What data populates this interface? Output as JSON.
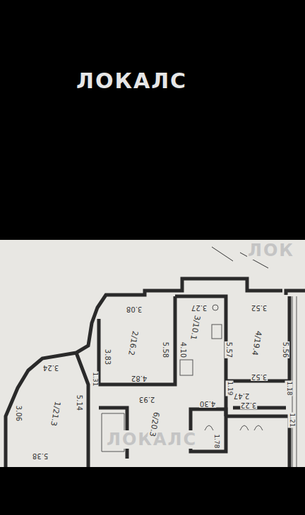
{
  "diagram": {
    "labels": [
      "ЛОКАЛС",
      "ЛОК",
      "ЛОКАЛС",
      "3.08",
      "5.58",
      "3.83",
      "4.82",
      "2/16.2",
      "3.27",
      "4.10",
      "3/10.1",
      "3.52",
      "5.57",
      "5.56",
      "3.52",
      "4/19.4",
      "2.47",
      "3.24",
      "3.06",
      "5.38",
      "5.14",
      "1.31",
      "1/21.3",
      "2.93",
      "6/20.3",
      "3.22",
      "4.30",
      "1.78",
      "1.19",
      "1.18",
      "1.21"
    ]
  }
}
